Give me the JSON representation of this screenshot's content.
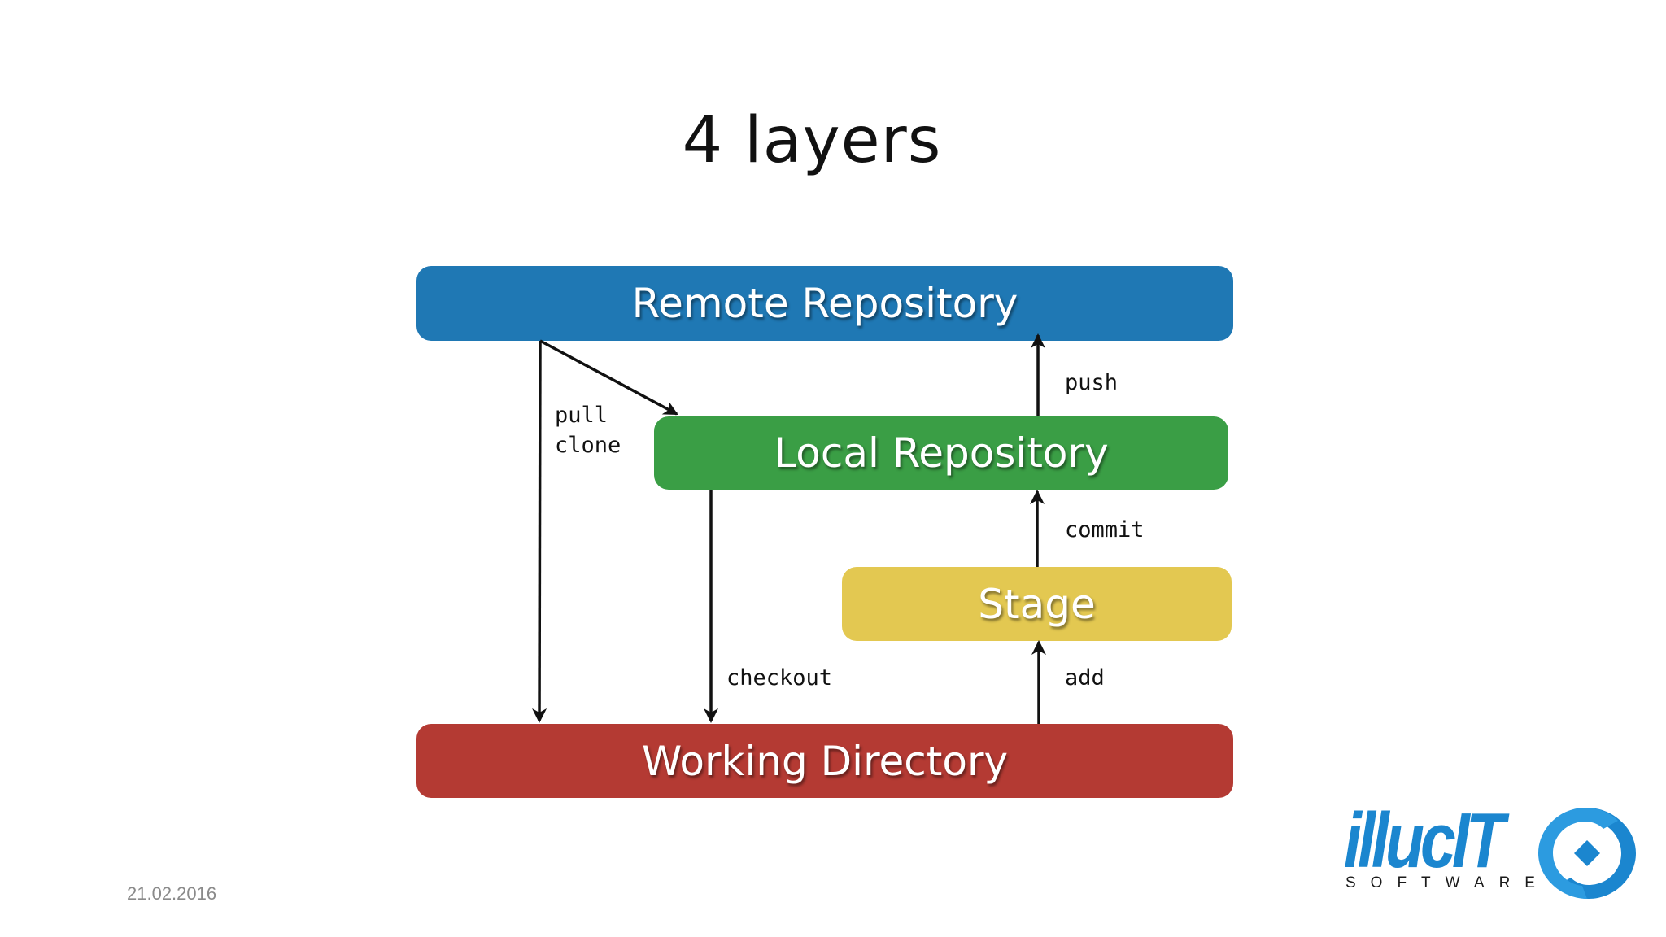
{
  "slide": {
    "title": "4 layers",
    "date": "21.02.2016"
  },
  "diagram": {
    "layers": {
      "remote": "Remote Repository",
      "local": "Local Repository",
      "stage": "Stage",
      "working": "Working Directory"
    },
    "commands": {
      "pull": "pull",
      "clone": "clone",
      "push": "push",
      "commit": "commit",
      "checkout": "checkout",
      "add": "add"
    },
    "colors": {
      "remote": "#1f78b4",
      "local": "#3a9e45",
      "stage": "#e3c851",
      "working": "#b43a33",
      "arrow": "#111111"
    }
  },
  "logo": {
    "brand": "illucIT",
    "tagline": "SOFTWARE",
    "color": "#1b86cf",
    "icon": "illucit-swirl-logo-icon"
  }
}
